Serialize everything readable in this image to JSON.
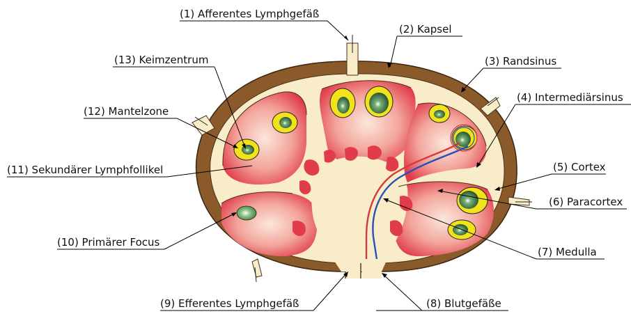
{
  "labels": {
    "afferent_vessel": "(1) Afferentes Lymphgefäß",
    "capsule": "(2) Kapsel",
    "marginal_sinus": "(3) Randsinus",
    "intermediate_sinus": "(4) Intermediärsinus",
    "cortex": "(5) Cortex",
    "paracortex": "(6) Paracortex",
    "medulla": "(7) Medulla",
    "blood_vessels": "(8) Blutgefäße",
    "efferent_vessel": "(9) Efferentes Lymphgefäß",
    "primary_focus": "(10) Primärer Focus",
    "secondary_follicle": "(11) Sekundärer Lymphfollikel",
    "mantle_zone": "(12) Mantelzone",
    "germinal_center": "(13) Keimzentrum"
  },
  "colors": {
    "capsule": "#8b5a2b",
    "sinus": "#f8edc8",
    "cortex_red": "#e03c4a",
    "follicle_yellow": "#f2e21c",
    "germinal_green": "#1f5a2e",
    "artery": "#d43b3b",
    "vein": "#2a4fb8"
  }
}
